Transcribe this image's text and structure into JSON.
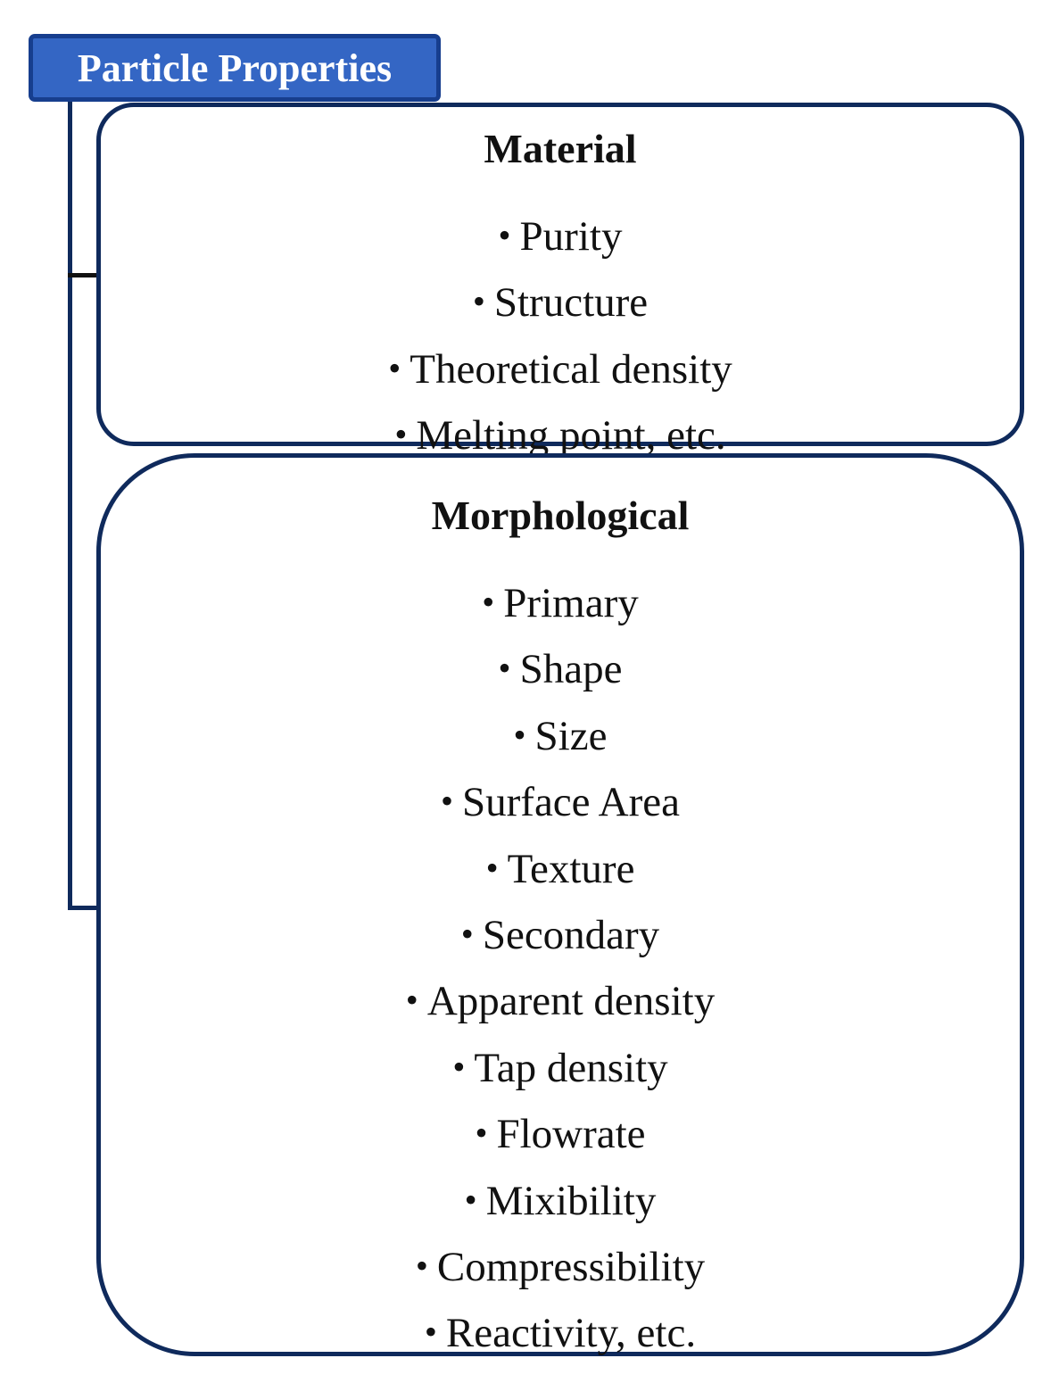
{
  "root": {
    "label": "Particle Properties",
    "fill_color": "#3466c4",
    "border_color": "#173e8e"
  },
  "outline_color": "#0f2a5c",
  "bullet_symbol": "•",
  "groups": [
    {
      "title": "Material",
      "items": [
        "Purity",
        "Structure",
        "Theoretical density",
        "Melting point, etc."
      ]
    },
    {
      "title": "Morphological",
      "items": [
        "Primary",
        "Shape",
        "Size",
        "Surface Area",
        "Texture",
        "Secondary",
        "Apparent density",
        "Tap density",
        "Flowrate",
        "Mixibility",
        "Compressibility",
        "Reactivity, etc."
      ]
    }
  ]
}
